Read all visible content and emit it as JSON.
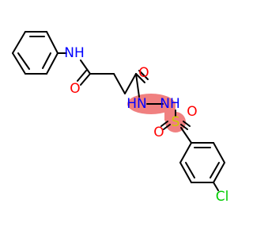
{
  "molecule": {
    "atoms": {
      "amide_nh": "NH",
      "amide_o_left": "O",
      "amide_o_right": "O",
      "hydrazide_nh_left": "HN",
      "hydrazide_nh_right": "NH",
      "sulfonyl_s": "S",
      "sulfonyl_o_left": "O",
      "sulfonyl_o_right": "O",
      "chlorine": "Cl"
    },
    "colors": {
      "bond": "#000000",
      "nitrogen": "#0000ff",
      "oxygen": "#ff0000",
      "sulfur": "#cccc00",
      "chlorine": "#00cc00",
      "highlight": "#f08080"
    }
  }
}
